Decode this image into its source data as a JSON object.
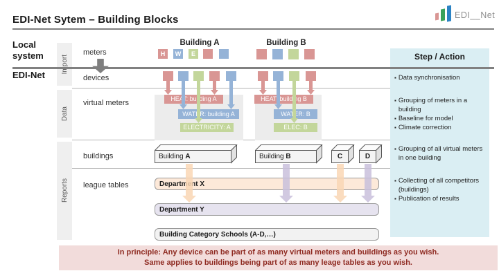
{
  "palette": {
    "heat": "#D99694",
    "water": "#95B3D7",
    "electricity": "#C3D69B",
    "gray_arrow": "#7F7F7F",
    "arrow_peach": "#FAD7B5",
    "arrow_lavender": "#C9C0DC",
    "panel_blue": "#DAEEF3",
    "banner_pink": "#F2DCDB",
    "dept_x_fill": "#FDE9D9",
    "dept_y_fill": "#E6E3EF",
    "schools_fill": "#F2F2F2"
  },
  "header": {
    "title": "EDI-Net Sytem – Building Blocks",
    "logo_text": "EDI__Net"
  },
  "left_labels": {
    "local_system": "Local system",
    "edi_net": "EDI-Net",
    "phases": [
      {
        "label": "Import"
      },
      {
        "label": "Data"
      },
      {
        "label": "Reports"
      }
    ],
    "rows": [
      {
        "label": "meters"
      },
      {
        "label": "devices"
      },
      {
        "label": "virtual meters"
      },
      {
        "label": "buildings"
      },
      {
        "label": "league tables"
      }
    ]
  },
  "building_a": {
    "title": "Building A",
    "meters": [
      {
        "label": "H",
        "type": "heat"
      },
      {
        "label": "W",
        "type": "water"
      },
      {
        "label": "E",
        "type": "electricity"
      },
      {
        "label": "",
        "type": "heat"
      },
      {
        "label": "",
        "type": "water"
      }
    ],
    "devices": [
      "heat",
      "water",
      "electricity",
      "heat",
      "water"
    ],
    "virtual_meters": [
      {
        "label": "HEAT: building A",
        "type": "heat"
      },
      {
        "label": "WATER: building A",
        "type": "water"
      },
      {
        "label": "ELECTRICITY: A",
        "type": "electricity"
      }
    ]
  },
  "building_b": {
    "title": "Building B",
    "meters": [
      {
        "label": "",
        "type": "heat"
      },
      {
        "label": "",
        "type": "water"
      },
      {
        "label": "",
        "type": "electricity"
      },
      {
        "label": "",
        "type": "heat"
      }
    ],
    "devices": [
      "heat",
      "water",
      "electricity",
      "heat"
    ],
    "virtual_meters": [
      {
        "label": "HEAT: building B",
        "type": "heat"
      },
      {
        "label": "WATER: B",
        "type": "water"
      },
      {
        "label": "ELEC: B",
        "type": "electricity"
      }
    ]
  },
  "buildings_row": [
    {
      "prefix": "Building ",
      "letter": "A"
    },
    {
      "prefix": "Building ",
      "letter": "B"
    },
    {
      "prefix": "",
      "letter": "C"
    },
    {
      "prefix": "",
      "letter": "D"
    }
  ],
  "league_tables": [
    {
      "label": "Department X"
    },
    {
      "label": "Department Y"
    },
    {
      "label": "Building Category Schools (A-D,…)"
    }
  ],
  "steps": {
    "header": "Step / Action",
    "groups": [
      {
        "items": [
          {
            "text": "Data synchronisation"
          }
        ]
      },
      {
        "items": [
          {
            "text": "Grouping of meters in a building"
          },
          {
            "text": "Baseline for model"
          },
          {
            "text": "Climate correction"
          }
        ]
      },
      {
        "items": [
          {
            "text": "Grouping of all virtual meters in one building"
          }
        ]
      },
      {
        "items": [
          {
            "text": "Collecting of all competitors (buildings)"
          },
          {
            "text": "Publication of results"
          }
        ]
      }
    ]
  },
  "banner": {
    "bold_prefix": "In principle:",
    "line1_rest": " Any device can be part of as many virtual meters and buildings as you wish.",
    "line2": "Same applies to buildings being part of as many leage tables as you wish."
  }
}
